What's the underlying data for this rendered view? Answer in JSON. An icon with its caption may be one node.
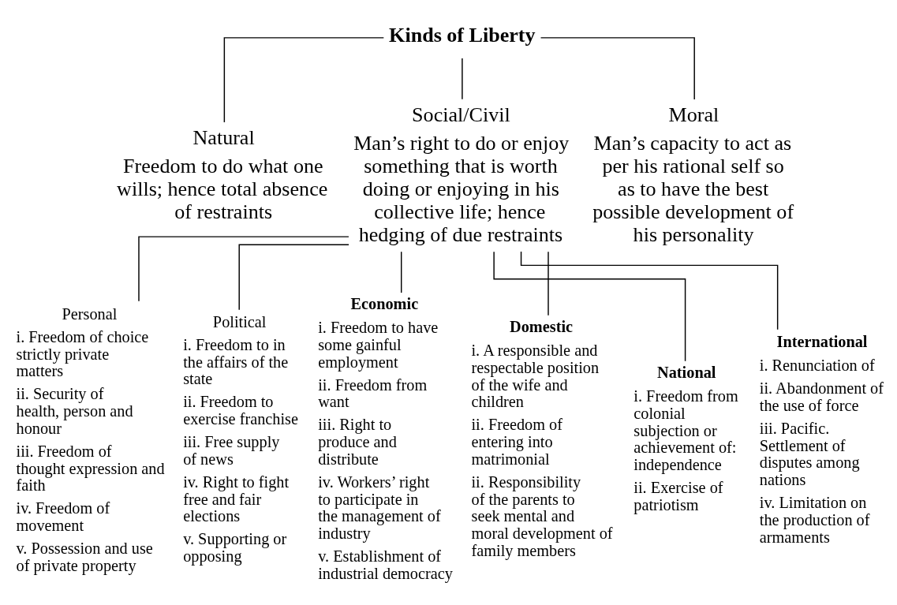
{
  "diagram": {
    "nodes": [
      {
        "text": [
          "Kinds of Liberty"
        ]
      },
      {
        "text": [
          "Natural",
          "Freedom to do what one wills; hence total absence of restraints"
        ]
      },
      {
        "text": [
          "Social/Civil",
          "Man’s right to do or enjoy something that is worth doing or enjoying in his collective life; hence hedging of due restraints"
        ]
      },
      {
        "text": [
          "Moral",
          "Man’s capacity to act as per his rational self so as to have the best possible development of his personality"
        ]
      },
      {
        "text": [
          "Personal",
          "i. Freedom of choice strictly private matters",
          "ii. Security of health, person and honour",
          "iii. Freedom of thought expression and faith",
          "iv. Freedom of movement",
          "v. Possession and use of private property"
        ]
      },
      {
        "text": [
          "Political",
          "i. Freedom to in the affairs of the state",
          "ii. Freedom to exercise franchise",
          "iii. Free supply of news",
          "iv. Right to fight free and fair elections",
          "v. Supporting or opposing"
        ]
      },
      {
        "text": [
          "Economic",
          "i. Freedom to have some gainful employment",
          "ii. Freedom from want",
          "iii. Right to produce and distribute",
          "iv. Workers’ right to participate in the management of industry",
          "v. Establishment of industrial democracy"
        ]
      },
      {
        "text": [
          "Domestic",
          "i. A responsible and respectable position of the wife and children",
          "ii. Freedom of entering into matrimonial",
          "ii. Responsibility of the parents to seek mental and moral development of family members"
        ]
      },
      {
        "text": [
          "National",
          "i. Freedom from colonial subjection or achievement of: independence",
          "ii. Exercise of patriotism"
        ]
      },
      {
        "text": [
          "International",
          "i. Renunciation of",
          "ii. Abandonment of the use of force",
          "iii. Pacific. Settlement of disputes among nations",
          "iv. Limitation on the production of armaments"
        ]
      }
    ],
    "edges": [
      {
        "from": 0,
        "to": 1,
        "arrow": "none"
      },
      {
        "from": 0,
        "to": 2,
        "arrow": "none"
      },
      {
        "from": 0,
        "to": 3,
        "arrow": "none"
      },
      {
        "from": 2,
        "to": 4,
        "arrow": "none"
      },
      {
        "from": 2,
        "to": 5,
        "arrow": "none"
      },
      {
        "from": 2,
        "to": 6,
        "arrow": "none"
      },
      {
        "from": 2,
        "to": 7,
        "arrow": "none"
      },
      {
        "from": 2,
        "to": 8,
        "arrow": "none"
      },
      {
        "from": 2,
        "to": 9,
        "arrow": "none"
      }
    ]
  }
}
